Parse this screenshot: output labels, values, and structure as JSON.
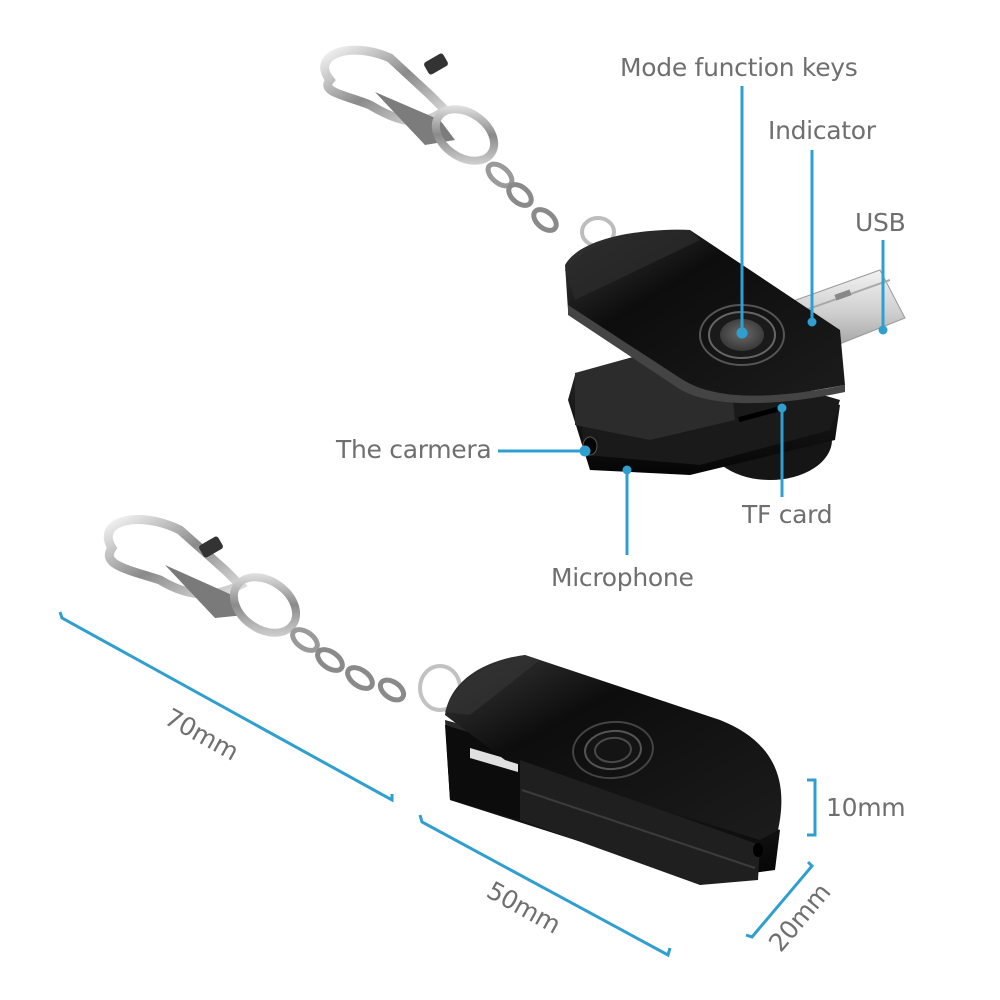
{
  "colors": {
    "callout_line": "#2f9fd0",
    "label_text": "#6f6f6f",
    "device_body": "#121212",
    "metal": "#c8c8c8",
    "background": "#ffffff"
  },
  "callouts": {
    "mode_keys": "Mode function keys",
    "indicator": "Indicator",
    "usb": "USB",
    "camera": "The carmera",
    "tf_card": "TF card",
    "microphone": "Microphone"
  },
  "dimensions": {
    "length_total": "70mm",
    "length_body": "50mm",
    "height": "10mm",
    "width": "20mm"
  }
}
